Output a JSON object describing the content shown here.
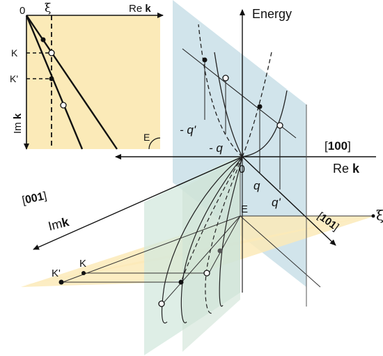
{
  "inset": {
    "origin": "0",
    "xi": "ξ",
    "re_k_prefix": "Re",
    "re_k_bold": "k",
    "im_k_prefix": "Im",
    "im_k_bold": "k",
    "k_label": "K",
    "kprime_label": "K'",
    "e_label": "E"
  },
  "main": {
    "energy_label": "Energy",
    "dir_100_open": "[",
    "dir_100_digits": "100",
    "dir_100_close": "]",
    "dir_001_open": "[",
    "dir_001_digits": "001",
    "dir_001_close": "]",
    "dir_101_open": "[",
    "dir_101_digits": "101",
    "dir_101_close": "]",
    "re_k_prefix": "Re",
    "re_k_bold": "k",
    "im_k_prefix": "Im",
    "im_k_bold": "k",
    "origin": "0",
    "q_label": "q",
    "qprime_label": "q'",
    "neg_q_label": "- q",
    "neg_qprime_label": "- q'",
    "e_label": "E",
    "k_label": "K",
    "kprime_label": "K'",
    "xi_label": "ξ"
  },
  "colors": {
    "inset_fill": "#fbeab8",
    "blue_plane": "#cfe3ea",
    "green_plane": "#d3e8de",
    "yellow_plane": "#fbeab8"
  }
}
